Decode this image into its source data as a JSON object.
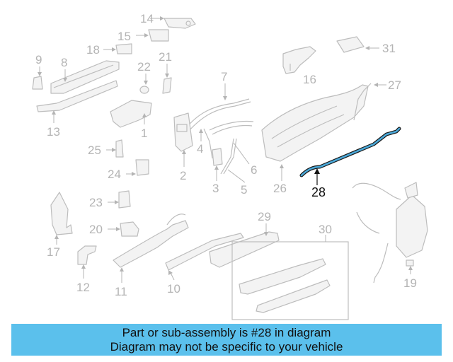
{
  "diagram": {
    "highlight_color": "#4aa8d8",
    "callouts": [
      {
        "id": "1",
        "label": "1"
      },
      {
        "id": "2",
        "label": "2"
      },
      {
        "id": "3",
        "label": "3"
      },
      {
        "id": "4",
        "label": "4"
      },
      {
        "id": "5",
        "label": "5"
      },
      {
        "id": "6",
        "label": "6"
      },
      {
        "id": "7",
        "label": "7"
      },
      {
        "id": "8",
        "label": "8"
      },
      {
        "id": "9",
        "label": "9"
      },
      {
        "id": "10",
        "label": "10"
      },
      {
        "id": "11",
        "label": "11"
      },
      {
        "id": "12",
        "label": "12"
      },
      {
        "id": "13",
        "label": "13"
      },
      {
        "id": "14",
        "label": "14"
      },
      {
        "id": "15",
        "label": "15"
      },
      {
        "id": "16",
        "label": "16"
      },
      {
        "id": "17",
        "label": "17"
      },
      {
        "id": "18",
        "label": "18"
      },
      {
        "id": "19",
        "label": "19"
      },
      {
        "id": "20",
        "label": "20"
      },
      {
        "id": "21",
        "label": "21"
      },
      {
        "id": "22",
        "label": "22"
      },
      {
        "id": "23",
        "label": "23"
      },
      {
        "id": "24",
        "label": "24"
      },
      {
        "id": "25",
        "label": "25"
      },
      {
        "id": "26",
        "label": "26"
      },
      {
        "id": "27",
        "label": "27"
      },
      {
        "id": "28",
        "label": "28"
      },
      {
        "id": "29",
        "label": "29"
      },
      {
        "id": "30",
        "label": "30"
      },
      {
        "id": "31",
        "label": "31"
      }
    ],
    "highlighted_part": "28"
  },
  "banner": {
    "line1": "Part or sub-assembly is #28 in diagram",
    "line2": "Diagram may not be specific to your vehicle",
    "background": "#5bc0ec"
  }
}
